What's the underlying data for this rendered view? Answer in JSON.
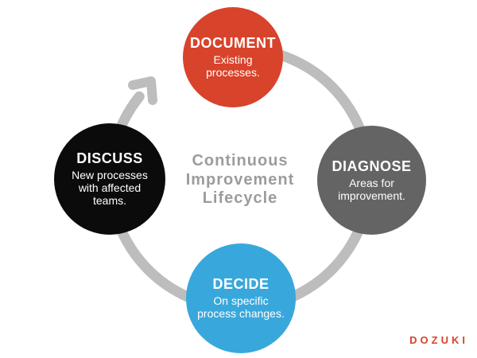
{
  "center": {
    "title": "Continuous Improvement Lifecycle",
    "color": "#9c9c9c"
  },
  "cycle": {
    "ring_color": "#bdbdbd"
  },
  "steps": [
    {
      "label": "DOCUMENT",
      "description": "Existing processes.",
      "color": "#d8432b"
    },
    {
      "label": "DIAGNOSE",
      "description": "Areas for improvement.",
      "color": "#646464"
    },
    {
      "label": "DECIDE",
      "description": "On specific process changes.",
      "color": "#38a8dc"
    },
    {
      "label": "DISCUSS",
      "description": "New processes with affected teams.",
      "color": "#0b0b0b"
    }
  ],
  "brand": {
    "name": "DOZUKI",
    "color": "#d8432b"
  }
}
